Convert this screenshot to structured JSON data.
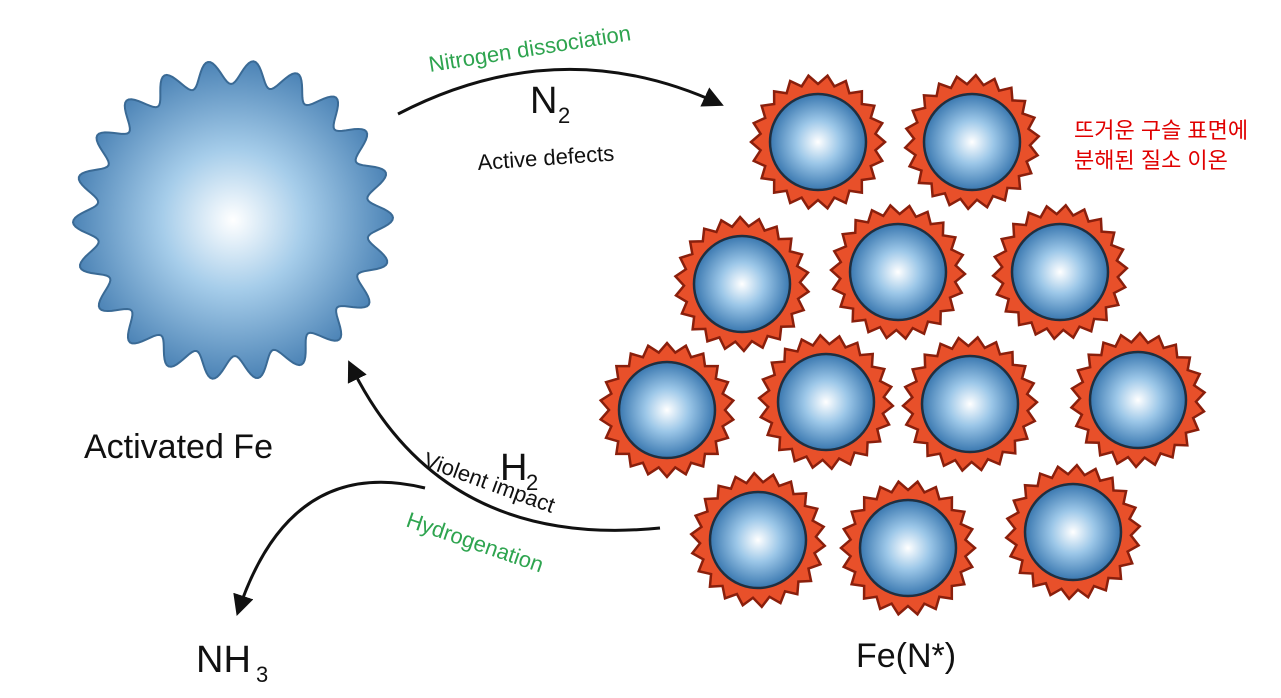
{
  "colors": {
    "sphere_edge": "#3f6f98",
    "sphere_mid": "#7fb3dd",
    "sphere_center": "#ffffff",
    "shell_fill": "#e8502a",
    "shell_edge": "#8a1f0c",
    "green_text": "#2ea44f",
    "annotation_red": "#e00000"
  },
  "labels": {
    "activated_fe": "Activated Fe",
    "fe_n": "Fe(N*)",
    "n2_main": "N",
    "n2_sub": "2",
    "h2_main": "H",
    "h2_sub": "2",
    "nh3_main": "NH",
    "nh3_sub": "3",
    "nitrogen_dissociation": "Nitrogen dissociation",
    "active_defects": "Active defects",
    "violent_impact": "Violent impact",
    "hydrogenation": "Hydrogenation"
  },
  "annotation": {
    "line1": "뜨거운 구슬 표면에",
    "line2": "분해된 질소 이온"
  },
  "particle_count": 13
}
